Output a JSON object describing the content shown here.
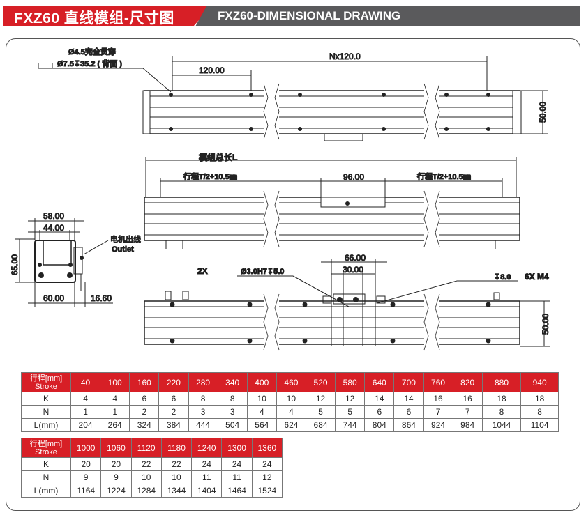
{
  "header": {
    "title_cn": "FXZ60 直线模组-尺寸图",
    "title_en": "FXZ60-DIMENSIONAL DRAWING"
  },
  "drawing": {
    "hole_note_1": "Ø4.5完全贯穿",
    "hole_note_2": "Ø7.5↧35.2 ( 背面 )",
    "nx_dim": "Nx120.0",
    "pitch_dim": "120.00",
    "height_dim_top": "50.00",
    "total_length": "模组总长L",
    "stroke_left": "行程T/2+10.5㎜",
    "slider_dim": "96.00",
    "stroke_right": "行程T/2+10.5㎜",
    "end_w1": "58.00",
    "end_w2": "44.00",
    "end_h": "65.00",
    "end_w3": "60.00",
    "end_w4": "16.60",
    "outlet_cn": "电机出线",
    "outlet_en": "Outlet",
    "pin_count": "2X",
    "pin_note": "Ø3.0H7↧5.0",
    "dim_66": "66.00",
    "dim_30": "30.00",
    "tap_depth": "↧8.0",
    "tap_note": "6X M4",
    "height_dim_bottom": "50.00"
  },
  "table1": {
    "header_cn": "行程[mm]",
    "header_en": "Stroke",
    "row_labels": [
      "K",
      "N",
      "L(mm)"
    ],
    "stroke": [
      "40",
      "100",
      "160",
      "220",
      "280",
      "340",
      "400",
      "460",
      "520",
      "580",
      "640",
      "700",
      "760",
      "820",
      "880",
      "940"
    ],
    "K": [
      "4",
      "4",
      "6",
      "6",
      "8",
      "8",
      "10",
      "10",
      "12",
      "12",
      "14",
      "14",
      "16",
      "16",
      "18",
      "18"
    ],
    "N": [
      "1",
      "1",
      "2",
      "2",
      "3",
      "3",
      "4",
      "4",
      "5",
      "5",
      "6",
      "6",
      "7",
      "7",
      "8",
      "8"
    ],
    "L": [
      "204",
      "264",
      "324",
      "384",
      "444",
      "504",
      "564",
      "624",
      "684",
      "744",
      "804",
      "864",
      "924",
      "984",
      "1044",
      "1104"
    ]
  },
  "table2": {
    "header_cn": "行程[mm]",
    "header_en": "Stroke",
    "row_labels": [
      "K",
      "N",
      "L(mm)"
    ],
    "stroke": [
      "1000",
      "1060",
      "1120",
      "1180",
      "1240",
      "1300",
      "1360"
    ],
    "K": [
      "20",
      "20",
      "22",
      "22",
      "24",
      "24",
      "24"
    ],
    "N": [
      "9",
      "9",
      "10",
      "10",
      "11",
      "11",
      "12"
    ],
    "L": [
      "1164",
      "1224",
      "1284",
      "1344",
      "1404",
      "1464",
      "1524"
    ]
  },
  "colors": {
    "accent": "#d71f26",
    "gray": "#5a5a5c"
  }
}
